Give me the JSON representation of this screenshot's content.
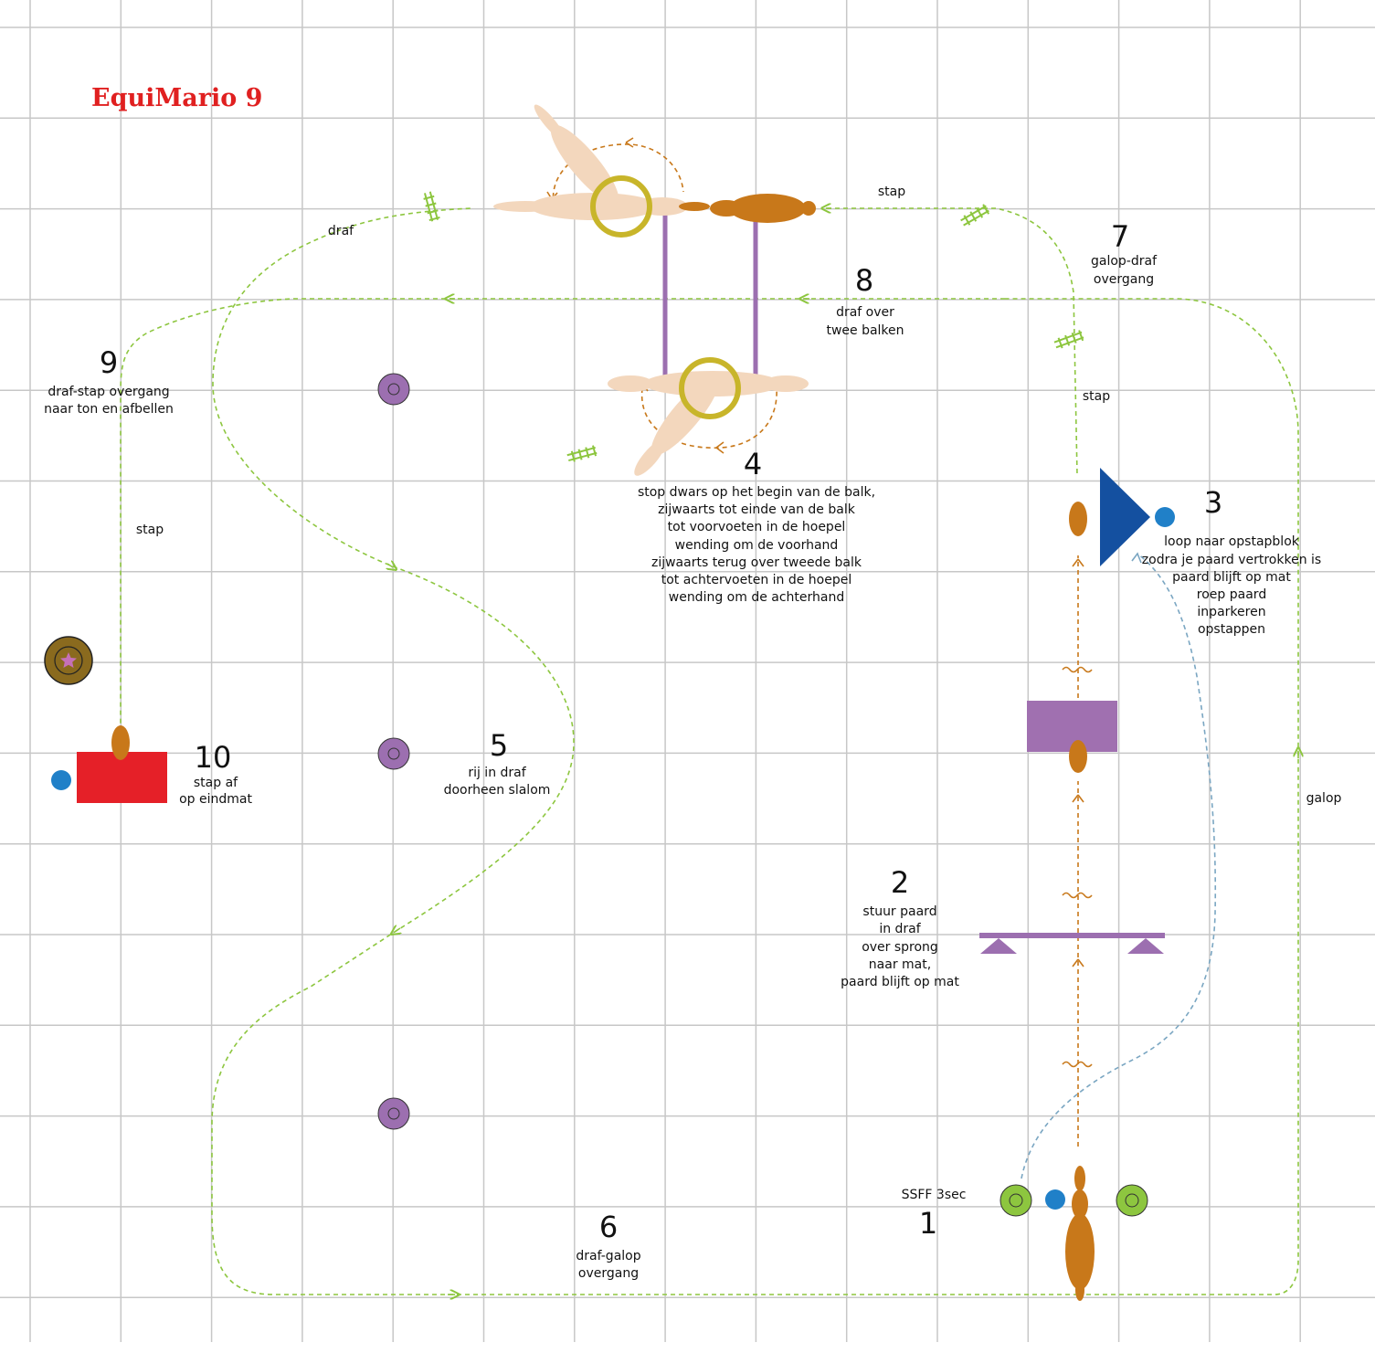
{
  "title": "EquiMario 9",
  "colors": {
    "title": "#e02020",
    "grid": "#c7c7c7",
    "ridden_path": "#8dc63f",
    "ground_path": "#c8781a",
    "walk_path": "#7aa6c2",
    "horse": "#c8781a",
    "horse_ghost": "#f3d7bd",
    "hoop": "#c8b52a",
    "pole": "#9c6fb0",
    "cone": "#9c6fb0",
    "mat": "#a070b0",
    "mounting_block": "#1450a0",
    "blue_dot": "#2080c8",
    "end_mat": "#e52028",
    "start_markers": "#8dc63f",
    "barrel": "#8a6a1e"
  },
  "stations": [
    {
      "number": "1",
      "lines": [
        "SSFF 3sec"
      ]
    },
    {
      "number": "2",
      "lines": [
        "stuur paard",
        "in draf",
        "over sprong",
        "naar mat,",
        "paard blijft op mat"
      ]
    },
    {
      "number": "3",
      "lines": [
        "loop naar opstapblok",
        "zodra je paard vertrokken is",
        "paard blijft op mat",
        "roep paard",
        "inparkeren",
        "opstappen"
      ]
    },
    {
      "number": "4",
      "lines": [
        "stop dwars op het begin van de balk,",
        "zijwaarts tot einde van de balk",
        "tot voorvoeten in de hoepel",
        "wending om de voorhand",
        "zijwaarts terug over tweede balk",
        "tot achtervoeten in de hoepel",
        "wending om de achterhand"
      ]
    },
    {
      "number": "5",
      "lines": [
        "rij in draf",
        "doorheen slalom"
      ]
    },
    {
      "number": "6",
      "lines": [
        "draf-galop",
        "overgang"
      ]
    },
    {
      "number": "7",
      "lines": [
        "galop-draf",
        "overgang"
      ]
    },
    {
      "number": "8",
      "lines": [
        "draf over",
        "twee balken"
      ]
    },
    {
      "number": "9",
      "lines": [
        "draf-stap overgang",
        "naar ton en afbellen"
      ]
    },
    {
      "number": "10",
      "lines": [
        "stap af",
        "op eindmat"
      ]
    }
  ],
  "path_labels": {
    "stap_top": "stap",
    "stap_right": "stap",
    "stap_left": "stap",
    "draf": "draf",
    "galop": "galop"
  },
  "icons": {
    "barrel_star": "star-icon"
  }
}
